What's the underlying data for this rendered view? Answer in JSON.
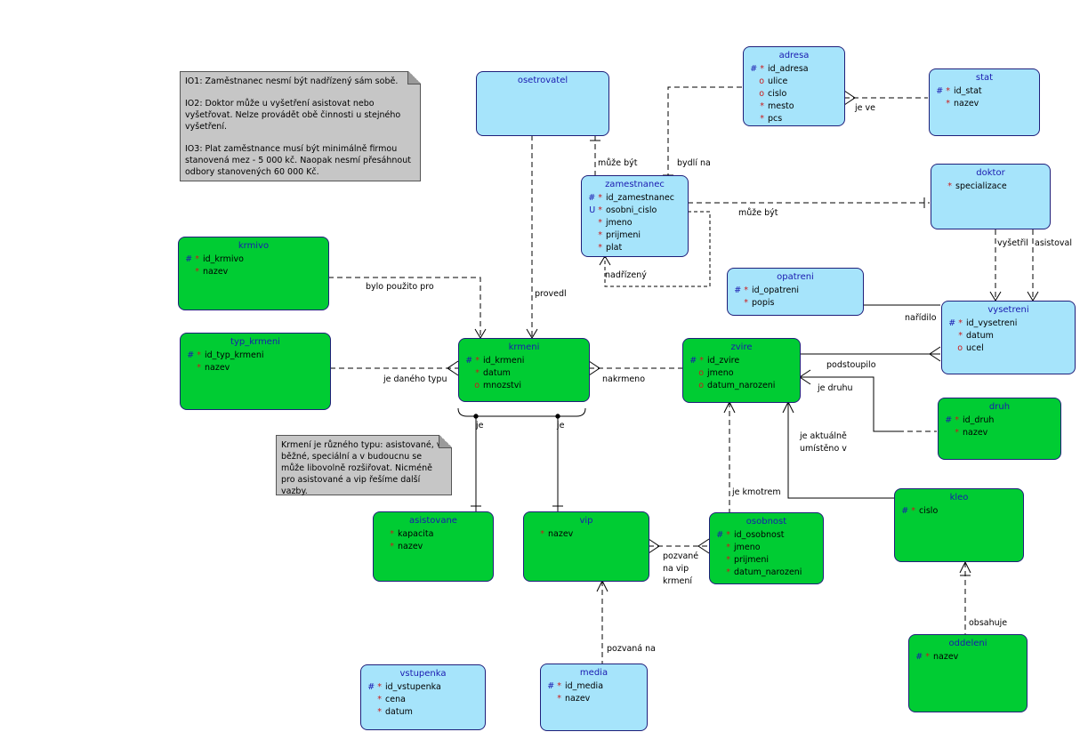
{
  "notes": [
    {
      "id": "n1",
      "paragraphs": [
        "IO1: Zaměstnanec nesmí být nadřízený sám sobě.",
        "IO2: Doktor může u vyšetření asistovat nebo vyšetřovat. Nelze provádět obě činnosti u stejného vyšetření.",
        "IO3: Plat zaměstnance musí být minimálně firmou stanovená mez - 5 000 kč. Naopak nesmí přesáhnout odbory stanovených 60 000 Kč."
      ]
    },
    {
      "id": "n2",
      "paragraphs": [
        "Krmení je různého typu: asistované, vi běžné, speciální a v budoucnu se může libovolně rozšiřovat. Nicméně pro asistované a vip řešíme další vazby."
      ]
    }
  ],
  "entities": [
    {
      "id": "osetrovatel",
      "title": "osetrovatel",
      "color": "blue",
      "attrs": []
    },
    {
      "id": "adresa",
      "title": "adresa",
      "color": "blue",
      "attrs": [
        {
          "mk": "#*",
          "name": "id_adresa"
        },
        {
          "mk": "o",
          "name": "ulice"
        },
        {
          "mk": "o",
          "name": "cislo"
        },
        {
          "mk": "*",
          "name": "mesto"
        },
        {
          "mk": "*",
          "name": "pcs"
        }
      ]
    },
    {
      "id": "stat",
      "title": "stat",
      "color": "blue",
      "attrs": [
        {
          "mk": "#*",
          "name": "id_stat"
        },
        {
          "mk": "*",
          "name": "nazev"
        }
      ]
    },
    {
      "id": "zamestnanec",
      "title": "zamestnanec",
      "color": "blue",
      "attrs": [
        {
          "mk": "#*",
          "name": "id_zamestnanec"
        },
        {
          "mk": "U*",
          "name": "osobni_cislo"
        },
        {
          "mk": "*",
          "name": "jmeno"
        },
        {
          "mk": "*",
          "name": "prijmeni"
        },
        {
          "mk": "*",
          "name": "plat"
        }
      ]
    },
    {
      "id": "doktor",
      "title": "doktor",
      "color": "blue",
      "attrs": [
        {
          "mk": "*",
          "name": "specializace"
        }
      ]
    },
    {
      "id": "krmivo",
      "title": "krmivo",
      "color": "green",
      "attrs": [
        {
          "mk": "#*",
          "name": "id_krmivo"
        },
        {
          "mk": "*",
          "name": "nazev"
        }
      ]
    },
    {
      "id": "opatreni",
      "title": "opatreni",
      "color": "blue",
      "attrs": [
        {
          "mk": "#*",
          "name": "id_opatreni"
        },
        {
          "mk": "*",
          "name": "popis"
        }
      ]
    },
    {
      "id": "vysetreni",
      "title": "vysetreni",
      "color": "blue",
      "attrs": [
        {
          "mk": "#*",
          "name": "id_vysetreni"
        },
        {
          "mk": "*",
          "name": "datum"
        },
        {
          "mk": "o",
          "name": "ucel"
        }
      ]
    },
    {
      "id": "typ_krmeni",
      "title": "typ_krmeni",
      "color": "green",
      "attrs": [
        {
          "mk": "#*",
          "name": "id_typ_krmeni"
        },
        {
          "mk": "*",
          "name": "nazev"
        }
      ]
    },
    {
      "id": "krmeni",
      "title": "krmeni",
      "color": "green",
      "attrs": [
        {
          "mk": "#*",
          "name": "id_krmeni"
        },
        {
          "mk": "*",
          "name": "datum"
        },
        {
          "mk": "o",
          "name": "mnozstvi"
        }
      ]
    },
    {
      "id": "zvire",
      "title": "zvire",
      "color": "green",
      "attrs": [
        {
          "mk": "#*",
          "name": "id_zvire"
        },
        {
          "mk": "o",
          "name": "jmeno"
        },
        {
          "mk": "o",
          "name": "datum_narozeni"
        }
      ]
    },
    {
      "id": "druh",
      "title": "druh",
      "color": "green",
      "attrs": [
        {
          "mk": "#*",
          "name": "id_druh"
        },
        {
          "mk": "*",
          "name": "nazev"
        }
      ]
    },
    {
      "id": "asistovane",
      "title": "asistovane",
      "color": "green",
      "attrs": [
        {
          "mk": "*",
          "name": "kapacita"
        },
        {
          "mk": "*",
          "name": "nazev"
        }
      ]
    },
    {
      "id": "vip",
      "title": "vip",
      "color": "green",
      "attrs": [
        {
          "mk": "*",
          "name": "nazev"
        }
      ]
    },
    {
      "id": "osobnost",
      "title": "osobnost",
      "color": "green",
      "attrs": [
        {
          "mk": "#*",
          "name": "id_osobnost"
        },
        {
          "mk": "*",
          "name": "jmeno"
        },
        {
          "mk": "*",
          "name": "prijmeni"
        },
        {
          "mk": "*",
          "name": "datum_narozeni"
        }
      ]
    },
    {
      "id": "kleo",
      "title": "kleo",
      "color": "green",
      "attrs": [
        {
          "mk": "#*",
          "name": "cislo"
        }
      ]
    },
    {
      "id": "oddeleni",
      "title": "oddeleni",
      "color": "green",
      "attrs": [
        {
          "mk": "#*",
          "name": "nazev"
        }
      ]
    },
    {
      "id": "vstupenka",
      "title": "vstupenka",
      "color": "blue",
      "attrs": [
        {
          "mk": "#*",
          "name": "id_vstupenka"
        },
        {
          "mk": "*",
          "name": "cena"
        },
        {
          "mk": "*",
          "name": "datum"
        }
      ]
    },
    {
      "id": "media",
      "title": "media",
      "color": "blue",
      "attrs": [
        {
          "mk": "#*",
          "name": "id_media"
        },
        {
          "mk": "*",
          "name": "nazev"
        }
      ]
    }
  ],
  "relationships": [
    {
      "id": "r_muze_byt_1",
      "label": "může být"
    },
    {
      "id": "r_bydli_na",
      "label": "bydlí na"
    },
    {
      "id": "r_je_ve",
      "label": "je ve"
    },
    {
      "id": "r_muze_byt_2",
      "label": "může být"
    },
    {
      "id": "r_nadrizeny",
      "label": "nadřízený"
    },
    {
      "id": "r_vysetril",
      "label": "vyšetřil"
    },
    {
      "id": "r_asistoval",
      "label": "asistoval"
    },
    {
      "id": "r_naridilo",
      "label": "nařídilo"
    },
    {
      "id": "r_bylo_pouzito",
      "label": "bylo použito pro"
    },
    {
      "id": "r_provedl",
      "label": "provedl"
    },
    {
      "id": "r_je_daneho_typu",
      "label": "je daného typu"
    },
    {
      "id": "r_nakrmeno",
      "label": "nakrmeno"
    },
    {
      "id": "r_podstoupilo",
      "label": "podstoupilo"
    },
    {
      "id": "r_je_druhu",
      "label": "je druhu"
    },
    {
      "id": "r_je_1",
      "label": "je"
    },
    {
      "id": "r_je_2",
      "label": "je"
    },
    {
      "id": "r_umisteno_1",
      "label": "je aktuálně"
    },
    {
      "id": "r_umisteno_2",
      "label": "umístěno v"
    },
    {
      "id": "r_je_kmotrem",
      "label": "je kmotrem"
    },
    {
      "id": "r_pozvane_1",
      "label": "pozvané"
    },
    {
      "id": "r_pozvane_2",
      "label": "na vip"
    },
    {
      "id": "r_pozvane_3",
      "label": "krmení"
    },
    {
      "id": "r_obsahuje",
      "label": "obsahuje"
    },
    {
      "id": "r_pozvana_na",
      "label": "pozvaná na"
    }
  ]
}
